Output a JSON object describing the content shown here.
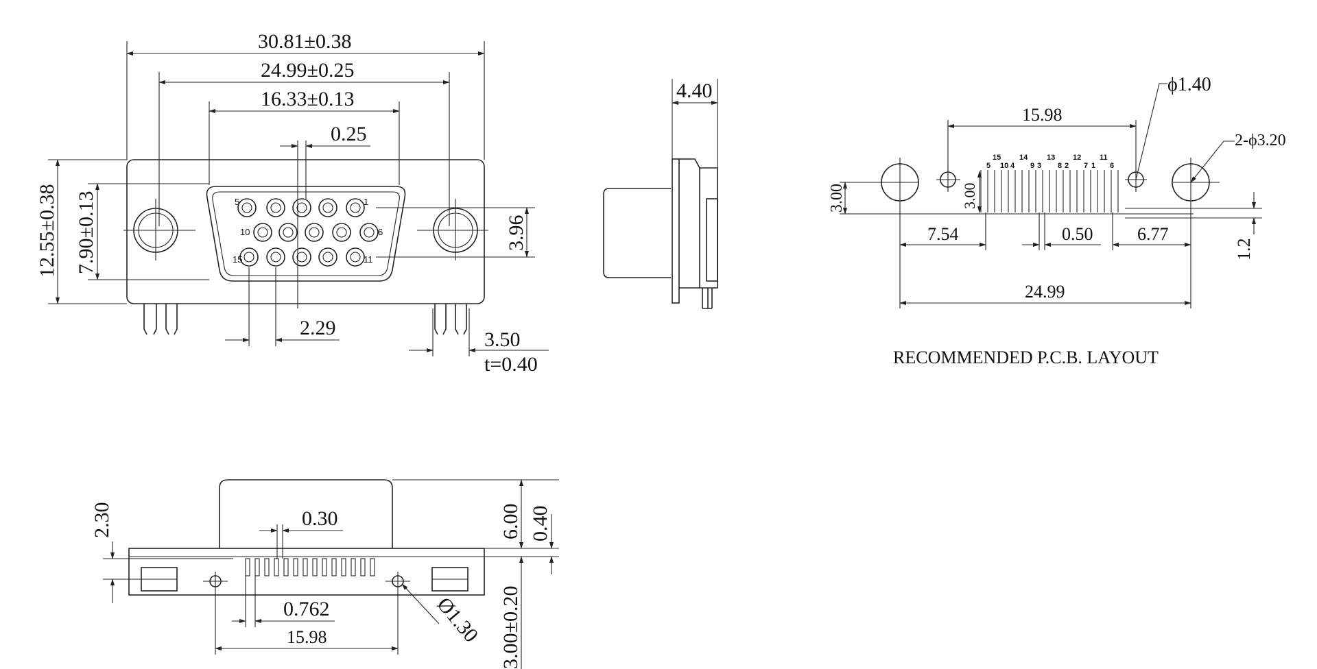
{
  "front_view": {
    "dim_overall_width": "30.81±0.38",
    "dim_mount_spacing": "24.99±0.25",
    "dim_shell_width": "16.33±0.13",
    "dim_pin_width": "0.25",
    "dim_height": "12.55±0.38",
    "dim_shell_height": "7.90±0.13",
    "dim_row_spacing": "3.96",
    "dim_pin_pitch": "2.29",
    "dim_bracket": "3.50",
    "dim_thickness": "t=0.40",
    "pin_labels": {
      "p1": "1",
      "p5": "5",
      "p6": "6",
      "p10": "10",
      "p11": "11",
      "p15": "15"
    }
  },
  "side_view": {
    "dim_depth": "4.40"
  },
  "pcb_layout": {
    "title": "RECOMMENDED P.C.B. LAYOUT",
    "dim_small_hole": "ϕ1.40",
    "dim_mount_holes": "2-ϕ3.20",
    "dim_span": "15.98",
    "dim_row_offset_left": "3.00",
    "dim_row_offset_inner": "3.00",
    "dim_left": "7.54",
    "dim_pitch": "0.50",
    "dim_right": "6.77",
    "dim_total": "24.99",
    "dim_edge": "1.2",
    "pad_labels": [
      "5",
      "15",
      "10",
      "4",
      "14",
      "9",
      "3",
      "13",
      "8",
      "2",
      "12",
      "7",
      "1",
      "11",
      "6"
    ]
  },
  "bottom_view": {
    "dim_height_left": "2.30",
    "dim_pin_width": "0.30",
    "dim_total_height": "6.00",
    "dim_gap": "0.40",
    "dim_pitch": "0.762",
    "dim_span": "15.98",
    "dim_hole": "Ø1.30",
    "dim_lower": "3.00±0.20"
  }
}
